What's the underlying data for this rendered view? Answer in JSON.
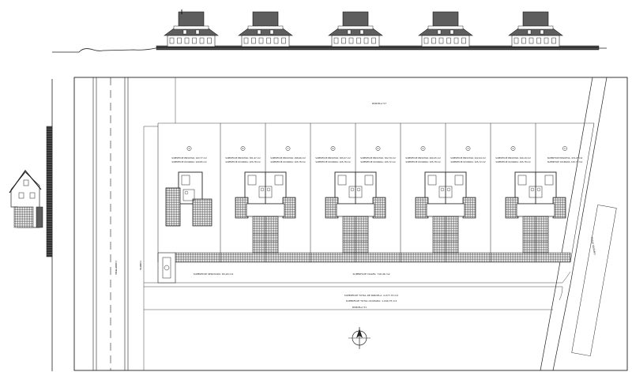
{
  "labels": {
    "parcel_top": "PARCELA 57",
    "parcel_bottom": "PARCELA 51",
    "servicios": "SUPERFICIE SERVICIOS: 65,90 m2",
    "viales": "SUPERFICIE VIALES: 716,46 m2",
    "total_parcela": "SUPERFICIE TOTAL DE PARCELA: 4.077,70 m2",
    "total_ocupada": "SUPERFICIE TOTAL OCUPADA: 1.044,75 m2",
    "road_left": "CARRETERA",
    "road_left2": "CUNETA",
    "road_right": "CALLE SILVANO"
  },
  "lots": [
    {
      "num": "9",
      "priv": "SUPERFICIE PRIVATIVA: 163,77 m2",
      "ocup": "SUPERFICIE OCUPADA: 100,85 m2"
    },
    {
      "num": "8",
      "priv": "SUPERFICIE PRIVATIVA: 301,97 m2",
      "ocup": "SUPERFICIE OCUPADA: 105,78 m2"
    },
    {
      "num": "7",
      "priv": "SUPERFICIE PRIVATIVA: 298,66 m2",
      "ocup": "SUPERFICIE OCUPADA: 105,78 m2"
    },
    {
      "num": "6",
      "priv": "SUPERFICIE PRIVATIVA: 305,07 m2",
      "ocup": "SUPERFICIE OCUPADA: 105,78 m2"
    },
    {
      "num": "5",
      "priv": "SUPERFICIE PRIVATIVA: 302,79 m2",
      "ocup": "SUPERFICIE OCUPADA: 105,72 m2"
    },
    {
      "num": "4",
      "priv": "SUPERFICIE PRIVATIVA: 400,45 m2",
      "ocup": "SUPERFICIE OCUPADA: 105,78 m2"
    },
    {
      "num": "3",
      "priv": "SUPERFICIE PRIVATIVA: 422,04 m2",
      "ocup": "SUPERFICIE OCUPADA: 105,72 m2"
    },
    {
      "num": "2",
      "priv": "SUPERFICIE PRIVATIVA: 440,19 m2",
      "ocup": "SUPERFICIE OCUPADA: 105,78 m2"
    },
    {
      "num": "1",
      "priv": "SUPERFICIE PRIVATIVA: 474,25 m2",
      "ocup": "SUPERFICIE OCUPADA: 105,72 m2"
    }
  ],
  "colors": {
    "line": "#222222",
    "hatch": "#555555",
    "background": "#ffffff"
  },
  "icons": {
    "north_arrow": "north-arrow-icon"
  }
}
